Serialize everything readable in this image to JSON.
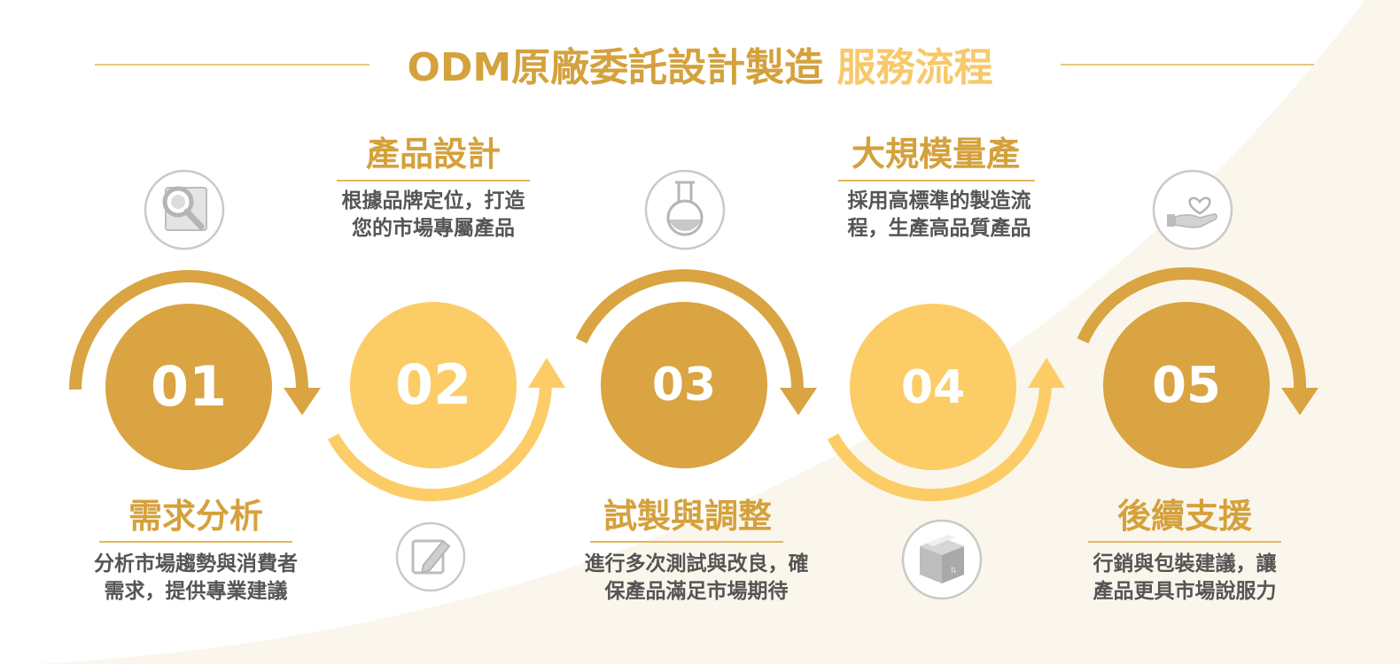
{
  "title": {
    "main": "ODM原廠委託設計製造",
    "highlight": "服務流程"
  },
  "colors": {
    "dark": "#d9a441",
    "light": "#fccd66",
    "heading": "#d4a13c",
    "text": "#555555",
    "icon": "#bdbdbd",
    "cream": "#fbf6ec"
  },
  "steps": [
    {
      "number": "01",
      "title": "需求分析",
      "desc": [
        "分析市場趨勢與消費者",
        "需求，提供專業建議"
      ],
      "icon": "magnifier-document-icon"
    },
    {
      "number": "02",
      "title": "產品設計",
      "desc": [
        "根據品牌定位，打造",
        "您的市場專屬產品"
      ],
      "icon": "pencil-edit-icon"
    },
    {
      "number": "03",
      "title": "試製與調整",
      "desc": [
        "進行多次測試與改良，確",
        "保產品滿足市場期待"
      ],
      "icon": "flask-icon"
    },
    {
      "number": "04",
      "title": "大規模量產",
      "desc": [
        "採用高標準的製造流",
        "程，生產高品質產品"
      ],
      "icon": "package-box-icon"
    },
    {
      "number": "05",
      "title": "後續支援",
      "desc": [
        "行銷與包裝建議，讓",
        "產品更具市場說服力"
      ],
      "icon": "hand-heart-icon"
    }
  ]
}
